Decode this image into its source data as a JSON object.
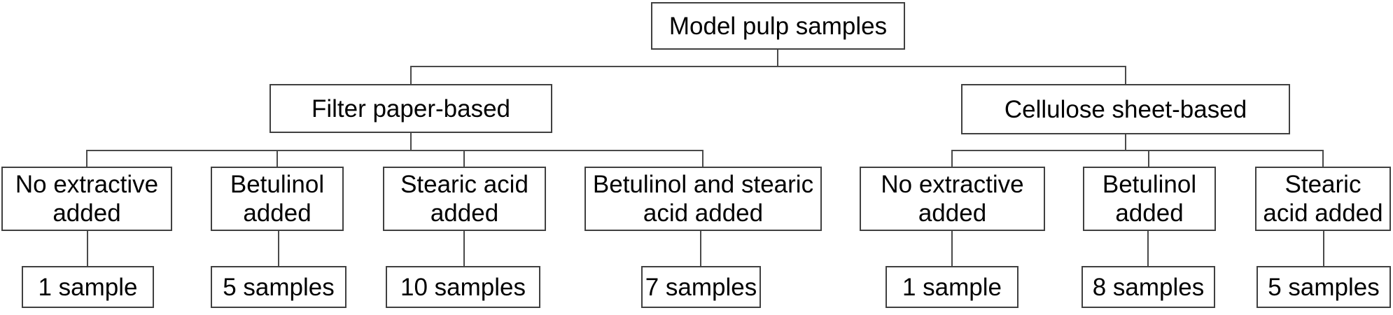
{
  "diagram": {
    "root": "Model pulp samples",
    "groups": [
      {
        "label": "Filter paper-based",
        "children": [
          {
            "treatment": "No extractive\nadded",
            "count": "1 sample"
          },
          {
            "treatment": "Betulinol\nadded",
            "count": "5 samples"
          },
          {
            "treatment": "Stearic acid\nadded",
            "count": "10 samples"
          },
          {
            "treatment": "Betulinol and stearic\nacid added",
            "count": "7 samples"
          }
        ]
      },
      {
        "label": "Cellulose sheet-based",
        "children": [
          {
            "treatment": "No extractive\nadded",
            "count": "1 sample"
          },
          {
            "treatment": "Betulinol\nadded",
            "count": "8 samples"
          },
          {
            "treatment": "Stearic\nacid added",
            "count": "5 samples"
          }
        ]
      }
    ],
    "colors": {
      "box_border": "#404040",
      "connector": "#4a4a4a",
      "text": "#000000",
      "background": "#ffffff"
    }
  }
}
